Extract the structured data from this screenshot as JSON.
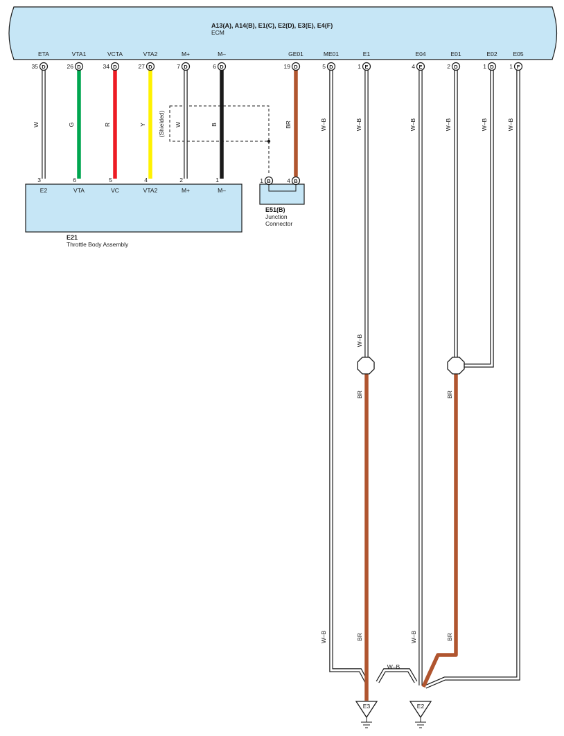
{
  "ecm": {
    "title": "A13(A), A14(B), E1(C), E2(D), E3(E), E4(F)",
    "name": "ECM",
    "pins": [
      {
        "label": "ETA",
        "number": "35",
        "connector": "D"
      },
      {
        "label": "VTA1",
        "number": "26",
        "connector": "D"
      },
      {
        "label": "VCTA",
        "number": "34",
        "connector": "D"
      },
      {
        "label": "VTA2",
        "number": "27",
        "connector": "D"
      },
      {
        "label": "M+",
        "number": "7",
        "connector": "D"
      },
      {
        "label": "M–",
        "number": "6",
        "connector": "D"
      },
      {
        "label": "GE01",
        "number": "19",
        "connector": "D"
      },
      {
        "label": "ME01",
        "number": "5",
        "connector": "D"
      },
      {
        "label": "E1",
        "number": "1",
        "connector": "E"
      },
      {
        "label": "E04",
        "number": "4",
        "connector": "E"
      },
      {
        "label": "E01",
        "number": "2",
        "connector": "D"
      },
      {
        "label": "E02",
        "number": "1",
        "connector": "D"
      },
      {
        "label": "E05",
        "number": "1",
        "connector": "F"
      }
    ]
  },
  "throttle_body": {
    "code": "E21",
    "name": "Throttle Body Assembly",
    "pins": [
      {
        "label": "E2",
        "number": "3"
      },
      {
        "label": "VTA",
        "number": "6"
      },
      {
        "label": "VC",
        "number": "5"
      },
      {
        "label": "VTA2",
        "number": "4"
      },
      {
        "label": "M+",
        "number": "2"
      },
      {
        "label": "M–",
        "number": "1"
      }
    ]
  },
  "junction": {
    "code": "E51(B)",
    "name_line1": "Junction",
    "name_line2": "Connector",
    "pins": [
      {
        "number": "1",
        "connector": "B"
      },
      {
        "number": "4",
        "connector": "B"
      }
    ]
  },
  "shield_label": "(Shielded)",
  "wires": [
    {
      "label": "W",
      "color": "#ffffff"
    },
    {
      "label": "G",
      "color": "#00a650"
    },
    {
      "label": "R",
      "color": "#ed1c24"
    },
    {
      "label": "Y",
      "color": "#fff200"
    },
    {
      "label": "W",
      "color": "#ffffff"
    },
    {
      "label": "B",
      "color": "#1a1a1a"
    },
    {
      "label": "BR",
      "color": "#b0552f"
    },
    {
      "label": "W–B",
      "color": "#ffffff"
    },
    {
      "label": "W–B",
      "color": "#ffffff"
    },
    {
      "label": "W–B",
      "color": "#ffffff"
    },
    {
      "label": "W–B",
      "color": "#ffffff"
    },
    {
      "label": "W–B",
      "color": "#ffffff"
    },
    {
      "label": "W–B",
      "color": "#ffffff"
    }
  ],
  "lower_labels": {
    "e1_after_splice": "W–B",
    "e1_below_splice": "BR",
    "e01_below_splice": "BR",
    "me01_bottom": "W–B",
    "e1_bottom": "BR",
    "e04_bottom": "W–B",
    "e01_bottom": "BR",
    "bridge": "W–B"
  },
  "grounds": {
    "left": "E3",
    "right": "E2"
  },
  "colors": {
    "component_fill": "#c6e6f6",
    "outline": "#1a1a1a",
    "brown": "#b0552f"
  }
}
